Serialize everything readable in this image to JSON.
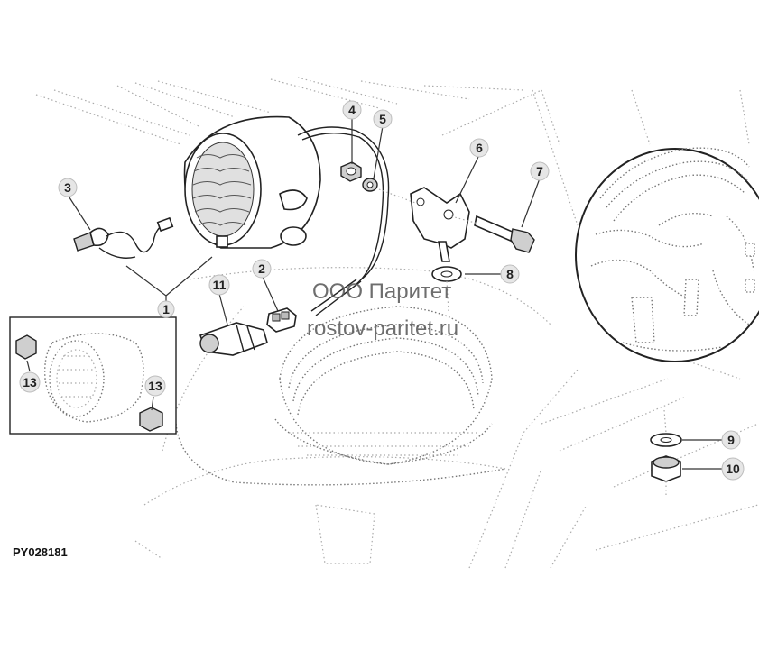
{
  "diagram": {
    "drawing_code": "PY028181",
    "watermark": {
      "line1": "ООО Паритет",
      "line2": "rostov-paritet.ru"
    },
    "callouts": [
      {
        "id": "1",
        "label": "1"
      },
      {
        "id": "2",
        "label": "2"
      },
      {
        "id": "3",
        "label": "3"
      },
      {
        "id": "4",
        "label": "4"
      },
      {
        "id": "5",
        "label": "5"
      },
      {
        "id": "6",
        "label": "6"
      },
      {
        "id": "7",
        "label": "7"
      },
      {
        "id": "8",
        "label": "8"
      },
      {
        "id": "9",
        "label": "9"
      },
      {
        "id": "10",
        "label": "10"
      },
      {
        "id": "11",
        "label": "11"
      },
      {
        "id": "13a",
        "label": "13"
      },
      {
        "id": "13b",
        "label": "13"
      }
    ]
  }
}
